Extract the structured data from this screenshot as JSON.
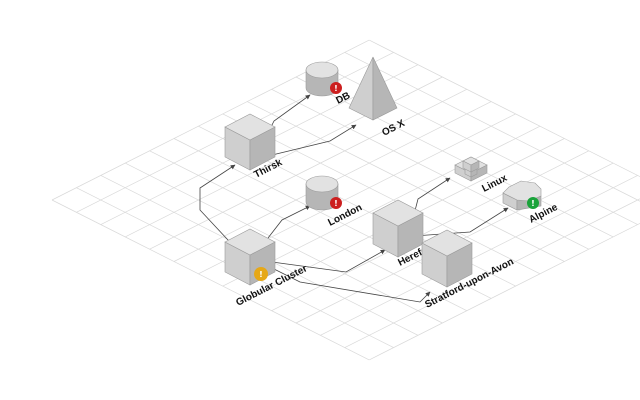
{
  "colors": {
    "grid": "#d9d9d9",
    "shape_top": "#e2e2e2",
    "shape_left": "#cfcfcf",
    "shape_right": "#b6b6b6",
    "edge": "#444444",
    "status_error": "#cc1f1f",
    "status_warning": "#e6a817",
    "status_ok": "#1aa33a"
  },
  "nodes": [
    {
      "id": "globular",
      "label": "Globular Cluster",
      "shape": "cube",
      "status": "warning",
      "status_icon": "exclamation-icon"
    },
    {
      "id": "thirsk",
      "label": "Thirsk",
      "shape": "cube",
      "status": null
    },
    {
      "id": "db",
      "label": "DB",
      "shape": "cylinder",
      "status": "error",
      "status_icon": "exclamation-icon"
    },
    {
      "id": "osx",
      "label": "OS X",
      "shape": "pyramid",
      "status": null
    },
    {
      "id": "london",
      "label": "London",
      "shape": "cylinder",
      "status": "error",
      "status_icon": "exclamation-icon"
    },
    {
      "id": "hereford",
      "label": "Hereford",
      "shape": "cube",
      "status": null
    },
    {
      "id": "stratford",
      "label": "Stratford-upon-Avon",
      "shape": "cube",
      "status": null
    },
    {
      "id": "linux",
      "label": "Linux",
      "shape": "cross",
      "status": null
    },
    {
      "id": "alpine",
      "label": "Alpine",
      "shape": "octagon",
      "status": "ok",
      "status_icon": "exclamation-icon"
    }
  ],
  "edges": [
    {
      "from": "globular",
      "to": "thirsk"
    },
    {
      "from": "globular",
      "to": "london"
    },
    {
      "from": "globular",
      "to": "hereford"
    },
    {
      "from": "globular",
      "to": "stratford"
    },
    {
      "from": "thirsk",
      "to": "db"
    },
    {
      "from": "thirsk",
      "to": "osx"
    },
    {
      "from": "hereford",
      "to": "linux"
    },
    {
      "from": "hereford",
      "to": "alpine"
    }
  ]
}
